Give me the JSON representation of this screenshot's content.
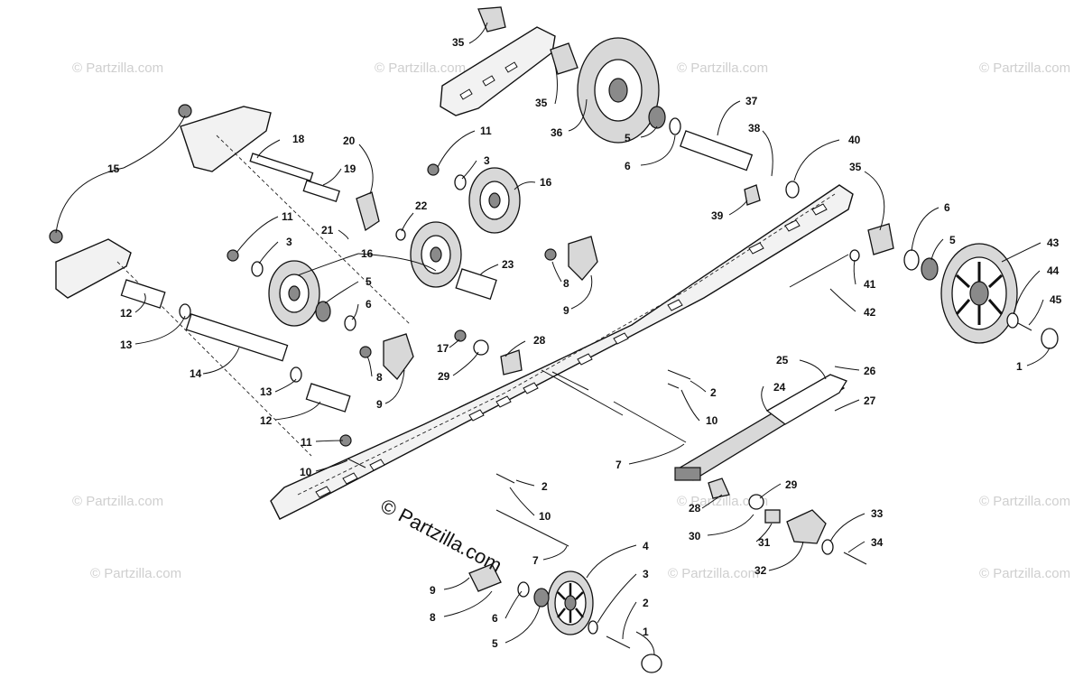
{
  "watermark": {
    "small": "© Partzilla.com",
    "large": "© Partzilla.com"
  },
  "callouts": {
    "c35a": "35",
    "c35b": "35",
    "c36": "36",
    "c37": "37",
    "c38": "38",
    "c5a": "5",
    "c6a": "6",
    "c40": "40",
    "c11a": "11",
    "c3a": "3",
    "c16a": "16",
    "c18": "18",
    "c20": "20",
    "c19": "19",
    "c15": "15",
    "c22": "22",
    "c21": "21",
    "c39": "39",
    "c35c": "35",
    "c6b": "6",
    "c5b": "5",
    "c43": "43",
    "c44": "44",
    "c45": "45",
    "c41": "41",
    "c42": "42",
    "c1a": "1",
    "c11b": "11",
    "c3b": "3",
    "c16b": "16",
    "c5c": "5",
    "c6c": "6",
    "c23": "23",
    "c8a": "8",
    "c9a": "9",
    "c12a": "12",
    "c13a": "13",
    "c14": "14",
    "c13b": "13",
    "c12b": "12",
    "c17": "17",
    "c28a": "28",
    "c29a": "29",
    "c8b": "8",
    "c9b": "9",
    "c25": "25",
    "c26": "26",
    "c24": "24",
    "c27": "27",
    "c2a": "2",
    "c10a": "10",
    "c7a": "7",
    "c11c": "11",
    "c10b": "10",
    "c2b": "2",
    "c10c": "10",
    "c7b": "7",
    "c29b": "29",
    "c28b": "28",
    "c30": "30",
    "c31": "31",
    "c32": "32",
    "c33": "33",
    "c34": "34",
    "c4": "4",
    "c3c": "3",
    "c2c": "2",
    "c1b": "1",
    "c9c": "9",
    "c8c": "8",
    "c6d": "6",
    "c5d": "5"
  }
}
